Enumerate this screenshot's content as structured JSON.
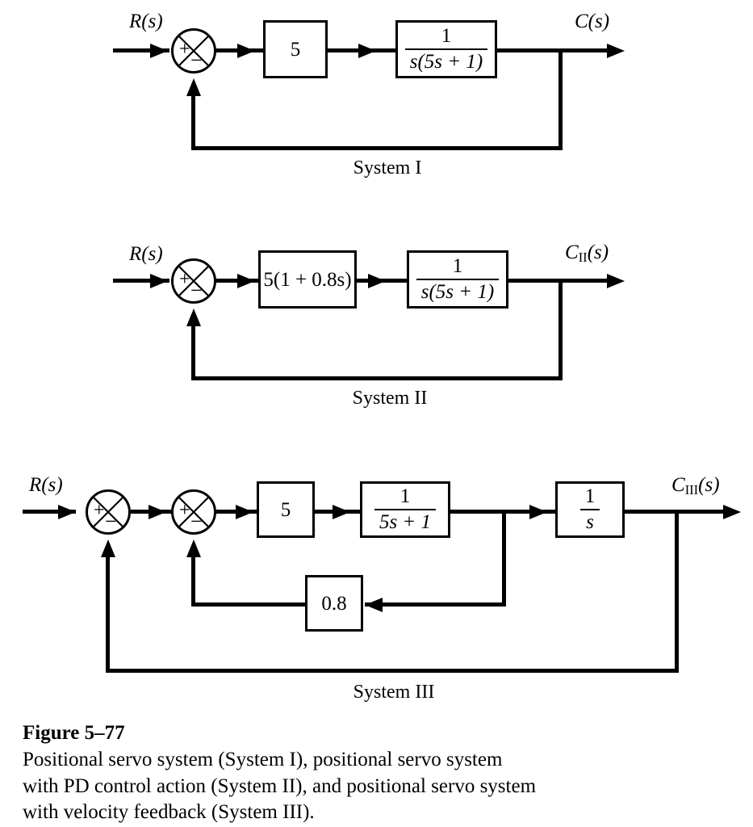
{
  "figure": {
    "title": "Figure 5–77",
    "caption": "Positional servo system (System I), positional servo system with PD control action (System II), and positional servo system with velocity feedback (System III)."
  },
  "systems": [
    {
      "id": "system-1",
      "caption": "System I",
      "input_label": "R(s)",
      "output_label": "C(s)",
      "summing_junctions": [
        {
          "name": "sum-1",
          "plus": "+",
          "minus": "−"
        }
      ],
      "blocks": [
        {
          "name": "gain-block",
          "label": "5",
          "type": "plain"
        },
        {
          "name": "plant-block",
          "type": "fraction",
          "numerator": "1",
          "denominator": "s(5s + 1)"
        }
      ],
      "feedback": "unity"
    },
    {
      "id": "system-2",
      "caption": "System II",
      "input_label": "R(s)",
      "output_label_main": "C",
      "output_label_sub": "II",
      "output_label_tail": "(s)",
      "summing_junctions": [
        {
          "name": "sum-1",
          "plus": "+",
          "minus": "−"
        }
      ],
      "blocks": [
        {
          "name": "pd-controller-block",
          "label": "5(1 + 0.8s)",
          "type": "plain"
        },
        {
          "name": "plant-block",
          "type": "fraction",
          "numerator": "1",
          "denominator": "s(5s + 1)"
        }
      ],
      "feedback": "unity"
    },
    {
      "id": "system-3",
      "caption": "System III",
      "input_label": "R(s)",
      "output_label_main": "C",
      "output_label_sub": "III",
      "output_label_tail": "(s)",
      "summing_junctions": [
        {
          "name": "sum-outer",
          "plus": "+",
          "minus": "−"
        },
        {
          "name": "sum-inner",
          "plus": "+",
          "minus": "−"
        }
      ],
      "blocks": [
        {
          "name": "gain-block",
          "label": "5",
          "type": "plain"
        },
        {
          "name": "lag-block",
          "type": "fraction",
          "numerator": "1",
          "denominator": "5s + 1"
        },
        {
          "name": "integrator-block",
          "type": "fraction",
          "numerator": "1",
          "denominator": "s"
        },
        {
          "name": "velocity-feedback-block",
          "label": "0.8",
          "type": "plain"
        }
      ],
      "feedback": "velocity-inner-and-unity-outer"
    }
  ],
  "colors": {
    "line": "#000000",
    "background": "#ffffff",
    "text": "#000000"
  }
}
